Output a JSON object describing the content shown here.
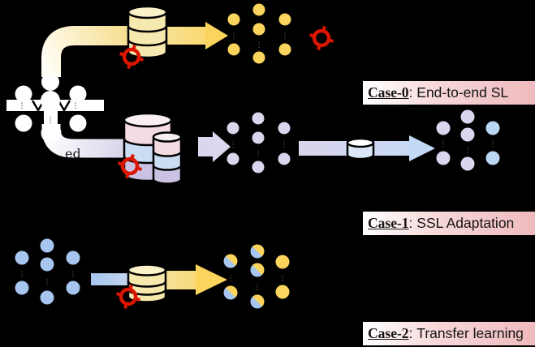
{
  "figure": {
    "background": "#000000",
    "cases": [
      {
        "case": "Case-0",
        "separator": ": ",
        "label": "End-to-end SL"
      },
      {
        "case": "Case-1",
        "separator": ": ",
        "label": "SSL Adaptation"
      },
      {
        "case": "Case-2",
        "separator": ": ",
        "label": "Transfer learning"
      }
    ],
    "fragment_text": "ed",
    "palette": {
      "background": "#000000",
      "yellow_node": "#FBD45E",
      "yellow_db": "#F6E9AF",
      "lavender_node": "#DBD5ED",
      "blue_node": "#A7C6EF",
      "light_blue_node": "#BBD6F3",
      "db_pink_band": "#F4DAE1",
      "db_blue_band": "#CBDDF3",
      "db_lavender_band": "#CBC2E3",
      "target_red": "#DB1600",
      "label_pink": "#EFBABD",
      "network_white": "#FFFFFF"
    },
    "icons": {
      "database": "database-icon",
      "target": "target-crosshair-icon",
      "network": "neural-network-icon",
      "ellipsis": "more-nodes-ellipsis"
    }
  }
}
